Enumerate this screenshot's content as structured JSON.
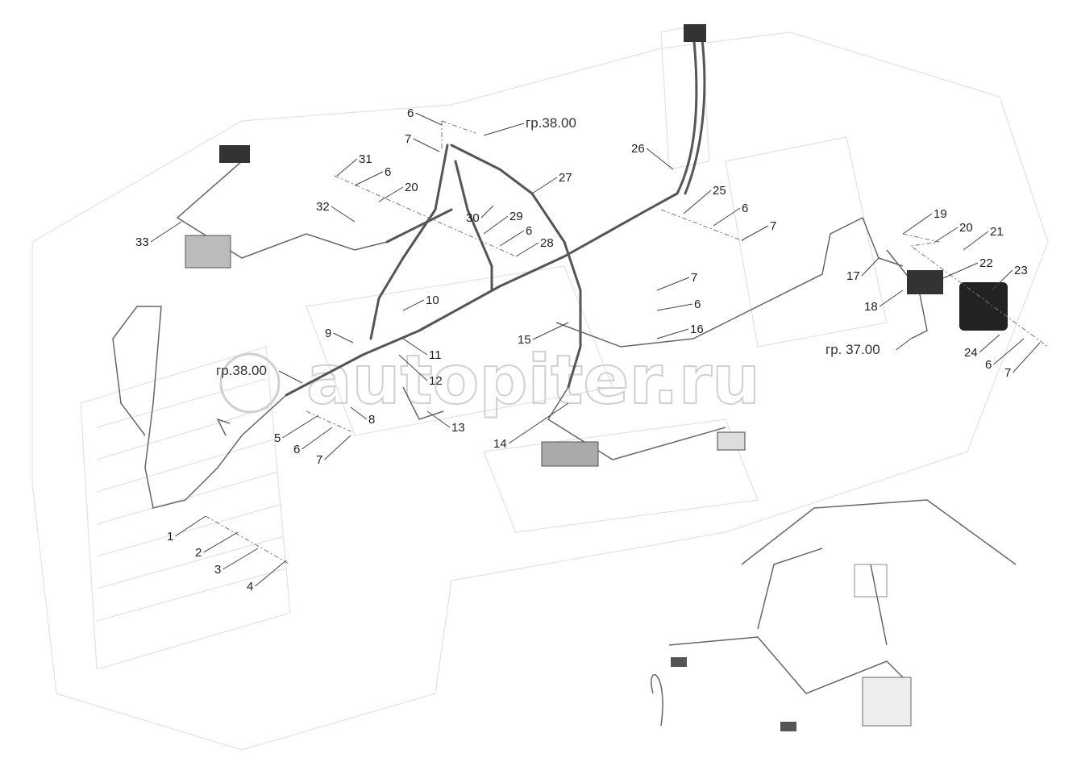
{
  "diagram": {
    "watermark": "autopiter.ru",
    "callouts": [
      "6",
      "7",
      "гр.38.00",
      "31",
      "6",
      "20",
      "32",
      "30",
      "29",
      "6",
      "28",
      "27",
      "26",
      "25",
      "6",
      "7",
      "19",
      "20",
      "21",
      "22",
      "23",
      "17",
      "18",
      "гр. 37.00",
      "24",
      "6",
      "7",
      "7",
      "6",
      "16",
      "10",
      "9",
      "11",
      "12",
      "гр.38.00",
      "8",
      "13",
      "15",
      "14",
      "5",
      "6",
      "7",
      "33",
      "1",
      "2",
      "3",
      "4"
    ]
  }
}
